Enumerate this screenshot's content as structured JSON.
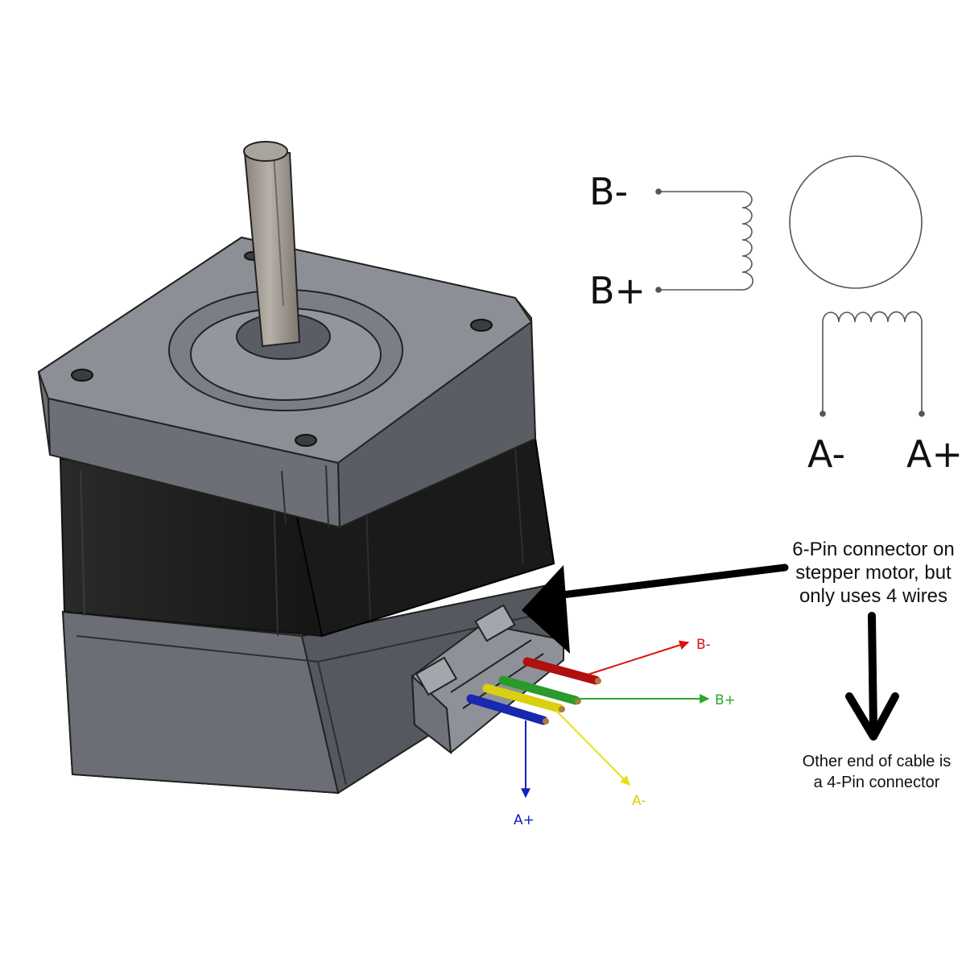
{
  "schematic": {
    "coil_b_minus": "B-",
    "coil_b_plus": "B+",
    "coil_a_minus": "A-",
    "coil_a_plus": "A+"
  },
  "callouts": {
    "connector_note": [
      "6-Pin connector on",
      "stepper motor, but",
      "only uses 4 wires"
    ],
    "cable_note": [
      "Other end of cable is",
      "a 4-Pin connector"
    ]
  },
  "wires": [
    {
      "label": "B-",
      "color": "#e01010"
    },
    {
      "label": "B+",
      "color": "#2aa82a"
    },
    {
      "label": "A-",
      "color": "#e8e010"
    },
    {
      "label": "A+",
      "color": "#1020c0"
    }
  ],
  "colors": {
    "motor_body": "#1c1c1c",
    "motor_cap": "#6a6d73",
    "shaft": "#9a948e",
    "line": "#111111"
  }
}
